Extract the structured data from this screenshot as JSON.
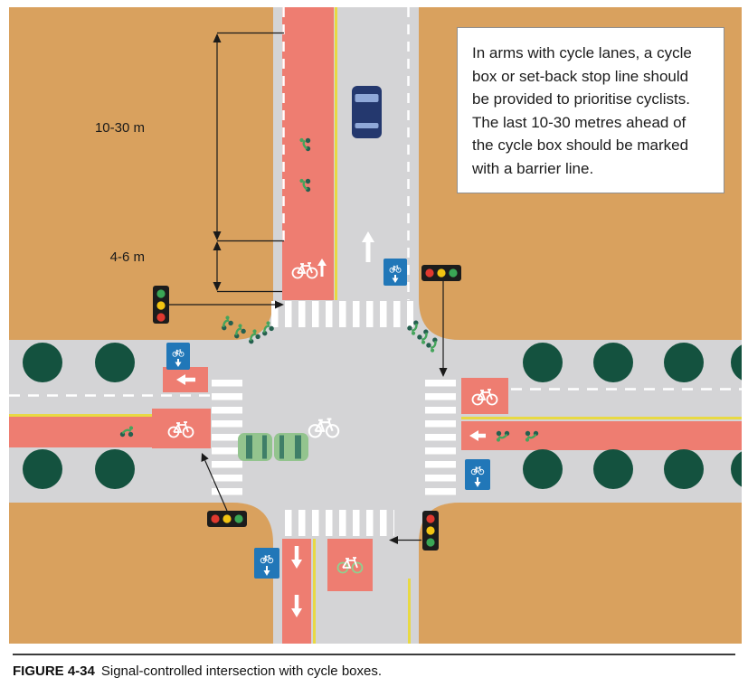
{
  "figure": {
    "label": "FIGURE 4-34",
    "caption": "Signal-controlled intersection with cycle boxes."
  },
  "callout": {
    "text": "In arms with cycle lanes, a cycle box or set-back stop line should be provided to prioritise cyclists. The last 10-30 metres ahead of the cycle box should be marked with a barrier line."
  },
  "annotations": {
    "barrier_line_length": "10-30 m",
    "cycle_box_depth": "4-6 m"
  },
  "palette": {
    "block_tan": "#d9a15e",
    "road_gray": "#d4d4d6",
    "cycle_lane_red": "#ee7d71",
    "tree_green": "#14523f",
    "sign_blue": "#2177b8",
    "lane_yellow": "#e8d943",
    "marking_white": "#ffffff",
    "signal_red": "#e0392f",
    "signal_yellow": "#f2c412",
    "signal_green": "#3aa655",
    "van_blue": "#24386e",
    "car_green": "#93c48e"
  },
  "icons": {
    "traffic_signal": "traffic-signal-icon",
    "tree": "tree-icon",
    "cyclist": "cyclist-icon",
    "bicycle_marking": "bicycle-marking-icon",
    "cycle_lane_sign": "cycle-lane-sign-icon",
    "car": "car-icon",
    "arrow_marking": "arrow-marking-icon"
  }
}
